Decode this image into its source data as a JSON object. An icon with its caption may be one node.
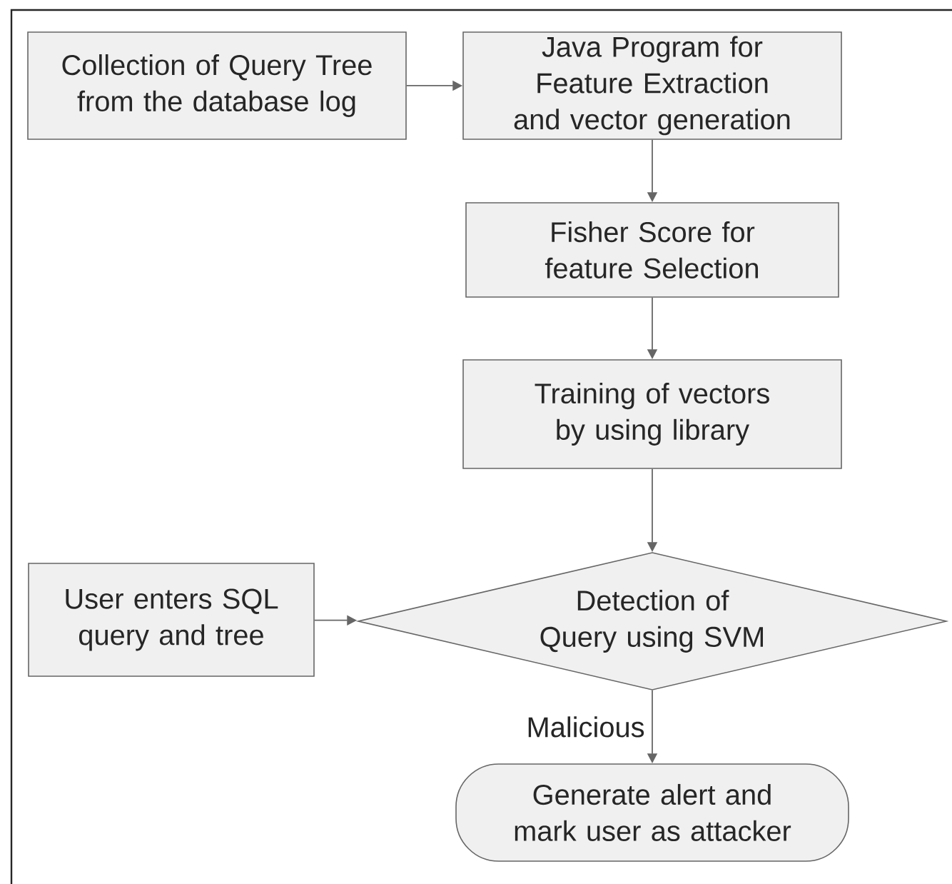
{
  "diagram": {
    "nodes": [
      {
        "text": [
          "Collection of Query Tree from the database log"
        ]
      },
      {
        "text": [
          "Java Program for Feature Extraction and vector generation"
        ]
      },
      {
        "text": [
          "Fisher Score for feature Selection"
        ]
      },
      {
        "text": [
          "Training of vectors by using library"
        ]
      },
      {
        "text": [
          "User enters SQL query and tree"
        ]
      },
      {
        "text": [
          "Detection of Query using SVM"
        ]
      },
      {
        "text": [
          "Generate alert and mark user as attacker"
        ]
      }
    ],
    "edges": [
      {
        "from": 0,
        "to": 1,
        "arrow": "to"
      },
      {
        "from": 1,
        "to": 2,
        "arrow": "to"
      },
      {
        "from": 2,
        "to": 3,
        "arrow": "to"
      },
      {
        "from": 3,
        "to": 5,
        "arrow": "to"
      },
      {
        "from": 4,
        "to": 5,
        "arrow": "to"
      },
      {
        "from": 5,
        "to": 6,
        "arrow": "to",
        "label": "Malicious"
      }
    ]
  }
}
